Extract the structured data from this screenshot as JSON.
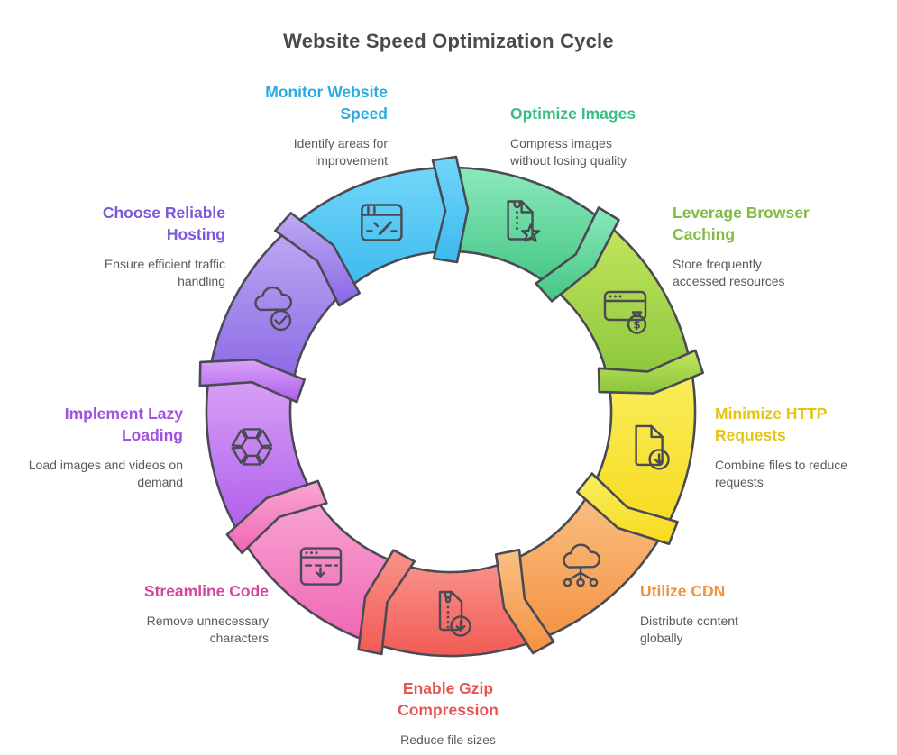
{
  "title": {
    "text": "Website Speed Optimization Cycle",
    "color": "#4a4a4a"
  },
  "desc_color": "#595959",
  "icon_stroke_color": "#4a4a55",
  "segments": [
    {
      "key": "monitor-website-speed",
      "label": "Monitor Website Speed",
      "desc": "Identify areas for improvement",
      "icon": "speedometer-window-icon",
      "arc_color": "#3BBAEF",
      "arc_color_light": "#72D6F8",
      "title_color": "#2BAAE2",
      "mid_angle": 110
    },
    {
      "key": "optimize-images",
      "label": "Optimize Images",
      "desc": "Compress images without losing quality",
      "icon": "image-zip-star-icon",
      "arc_color": "#44C684",
      "arc_color_light": "#8BE9BB",
      "title_color": "#3BBD85",
      "mid_angle": 70
    },
    {
      "key": "leverage-browser-caching",
      "label": "Leverage Browser Caching",
      "desc": "Store frequently accessed resources",
      "icon": "browser-moneybag-icon",
      "arc_color": "#8AC53D",
      "arc_color_light": "#C3E65C",
      "title_color": "#82BB41",
      "mid_angle": 30
    },
    {
      "key": "minimize-http-requests",
      "label": "Minimize HTTP Requests",
      "desc": "Combine files to reduce requests",
      "icon": "file-download-icon",
      "arc_color": "#F7DA1B",
      "arc_color_light": "#F9EE60",
      "title_color": "#E5C511",
      "mid_angle": -10
    },
    {
      "key": "utilize-cdn",
      "label": "Utilize CDN",
      "desc": "Distribute content globally",
      "icon": "cloud-network-icon",
      "arc_color": "#F49142",
      "arc_color_light": "#F9C183",
      "title_color": "#F0913C",
      "mid_angle": -50
    },
    {
      "key": "enable-gzip-compression",
      "label": "Enable Gzip Compression",
      "desc": "Reduce file sizes",
      "icon": "zip-download-icon",
      "arc_color": "#F25B54",
      "arc_color_light": "#F8938A",
      "title_color": "#E85555",
      "mid_angle": -90
    },
    {
      "key": "streamline-code",
      "label": "Streamline Code",
      "desc": "Remove unnecessary characters",
      "icon": "window-minify-icon",
      "arc_color": "#EF66B3",
      "arc_color_light": "#F8A7D4",
      "title_color": "#D6459E",
      "mid_angle": -130
    },
    {
      "key": "implement-lazy-loading",
      "label": "Implement Lazy Loading",
      "desc": "Load images and videos on demand",
      "icon": "aperture-icon",
      "arc_color": "#AF5DEC",
      "arc_color_light": "#D9A4F6",
      "title_color": "#A251E5",
      "mid_angle": -170
    },
    {
      "key": "choose-reliable-hosting",
      "label": "Choose Reliable Hosting",
      "desc": "Ensure efficient traffic handling",
      "icon": "cloud-check-icon",
      "arc_color": "#8A67E6",
      "arc_color_light": "#BFABF2",
      "title_color": "#7A58DC",
      "mid_angle": -210
    }
  ]
}
